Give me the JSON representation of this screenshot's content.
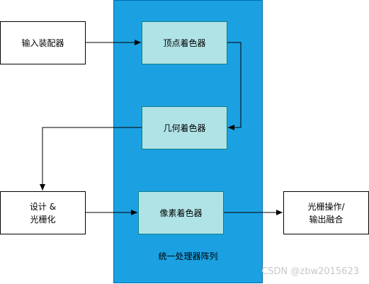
{
  "diagram": {
    "container_label": "统一处理器阵列",
    "nodes": {
      "input_assembler": "输入装配器",
      "vertex_shader": "顶点着色器",
      "geometry_shader": "几何着色器",
      "setup_rasterization": "设计 &\n光栅化",
      "pixel_shader": "像素着色器",
      "raster_output": "光栅操作/\n输出融合"
    },
    "colors": {
      "container_fill": "#1ba1e2",
      "stage_fill": "#b0e3e6",
      "stage_border": "#0e8088"
    }
  },
  "watermark": "CSDN @zbw2015623"
}
